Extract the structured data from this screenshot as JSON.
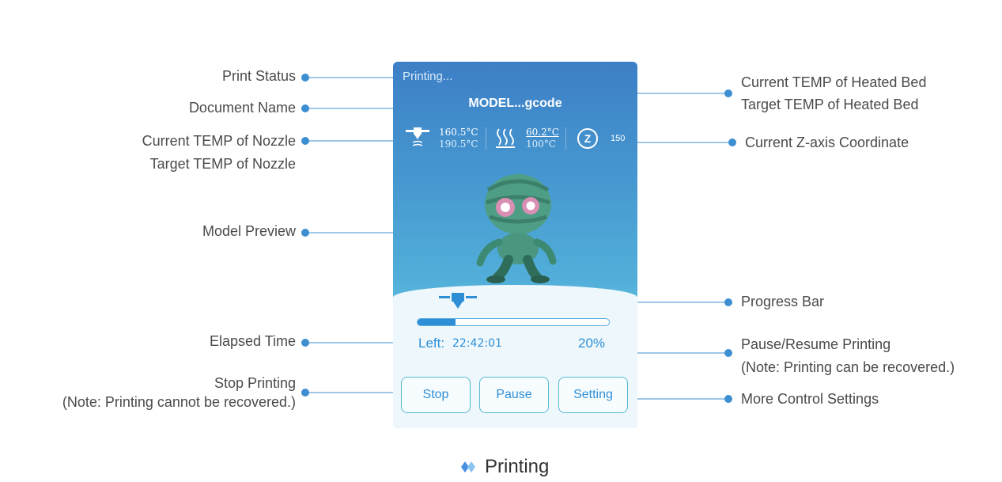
{
  "annotations": {
    "print_status": "Print Status",
    "document_name": "Document Name",
    "nozzle_current": "Current TEMP of Nozzle",
    "nozzle_target": "Target TEMP of Nozzle",
    "model_preview": "Model Preview",
    "elapsed_time": "Elapsed Time",
    "stop_title": "Stop Printing",
    "stop_note": "(Note: Printing cannot be recovered.)",
    "bed_current": "Current TEMP of Heated Bed",
    "bed_target": "Target TEMP of Heated Bed",
    "z_axis": "Current Z-axis Coordinate",
    "progress_bar": "Progress Bar",
    "pause_title": "Pause/Resume Printing",
    "pause_note": "(Note: Printing can be recovered.)",
    "more_settings": "More Control Settings"
  },
  "device": {
    "status": "Printing...",
    "file_name": "MODEL...gcode",
    "nozzle_current": "160.5°C",
    "nozzle_target": "190.5°C",
    "bed_current": "60.2°C",
    "bed_target": "100°C",
    "z_value": "150",
    "progress_fraction": 0.2,
    "left_label": "Left:",
    "left_time": "22:42:01",
    "percent": "20%",
    "buttons": {
      "stop": "Stop",
      "pause": "Pause",
      "setting": "Setting"
    }
  },
  "caption": "Printing",
  "colors": {
    "accent": "#2f8fd6",
    "callout": "#3d8fd1",
    "panel_top": "#3d7fc6",
    "panel_bottom": "#eef8fc"
  }
}
